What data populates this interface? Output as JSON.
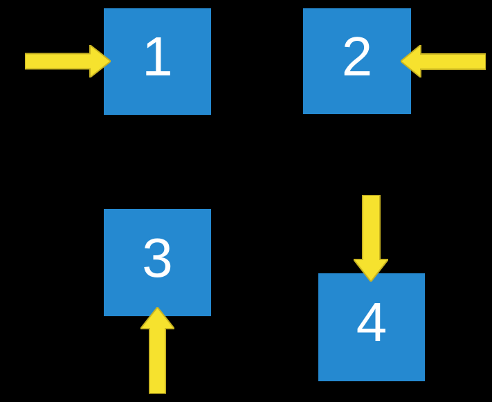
{
  "scene": {
    "background_color": "#000000"
  },
  "colors": {
    "box_fill": "#2589D0",
    "box_label": "#FFFFFF",
    "arrow_fill": "#F6E22E",
    "arrow_stroke": "#C9B421"
  },
  "boxes": [
    {
      "label": "1",
      "arrow_icon": "arrow-right-icon",
      "arrow_points_from": "left"
    },
    {
      "label": "2",
      "arrow_icon": "arrow-left-icon",
      "arrow_points_from": "right"
    },
    {
      "label": "3",
      "arrow_icon": "arrow-up-icon",
      "arrow_points_from": "below"
    },
    {
      "label": "4",
      "arrow_icon": "arrow-down-icon",
      "arrow_points_from": "above"
    }
  ]
}
